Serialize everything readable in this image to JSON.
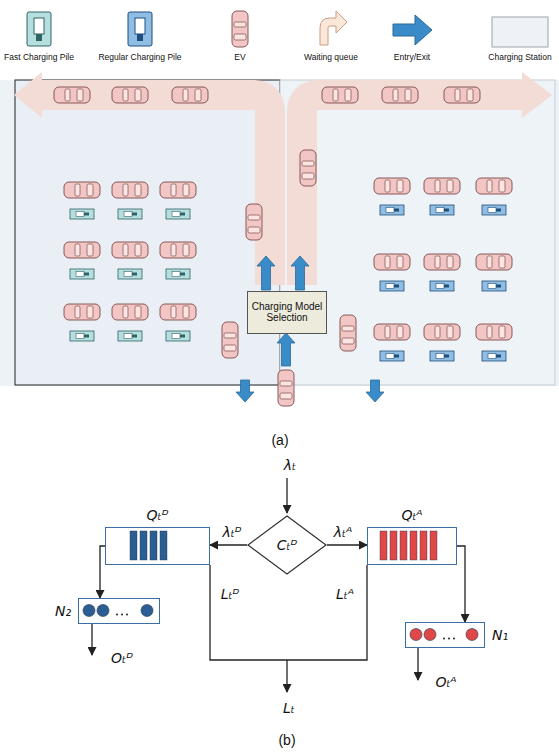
{
  "diagram": {
    "nodes": [
      {
        "text": [
          "Charging Model Selection"
        ]
      },
      {
        "text": [
          "Cₜᴰ"
        ]
      },
      {
        "text": [
          "Qₜᴰ"
        ]
      },
      {
        "text": [
          "Qₜᴬ"
        ]
      },
      {
        "text": [
          "N₂"
        ]
      },
      {
        "text": [
          "N₁"
        ]
      }
    ],
    "edges": [
      {
        "from": 1,
        "to": 2,
        "arrow": "to",
        "label": "λₜᴰ"
      },
      {
        "from": 1,
        "to": 3,
        "arrow": "to",
        "label": "λₜᴬ"
      },
      {
        "from": 2,
        "to": 4,
        "arrow": "to"
      },
      {
        "from": 3,
        "to": 5,
        "arrow": "to"
      }
    ],
    "labels": [
      "(a)",
      "λₜ",
      "Lₜᴰ",
      "Lₜᴬ",
      "Oₜᴰ",
      "Oₜᴬ",
      "Lₜ",
      "(b)"
    ],
    "legend": [
      {
        "text": "Fast Charging Pile"
      },
      {
        "text": "Regular Charging Pile"
      },
      {
        "text": "EV"
      },
      {
        "text": "Waiting queue"
      },
      {
        "text": "Entry/Exit"
      },
      {
        "text": "Charging Station"
      }
    ]
  }
}
